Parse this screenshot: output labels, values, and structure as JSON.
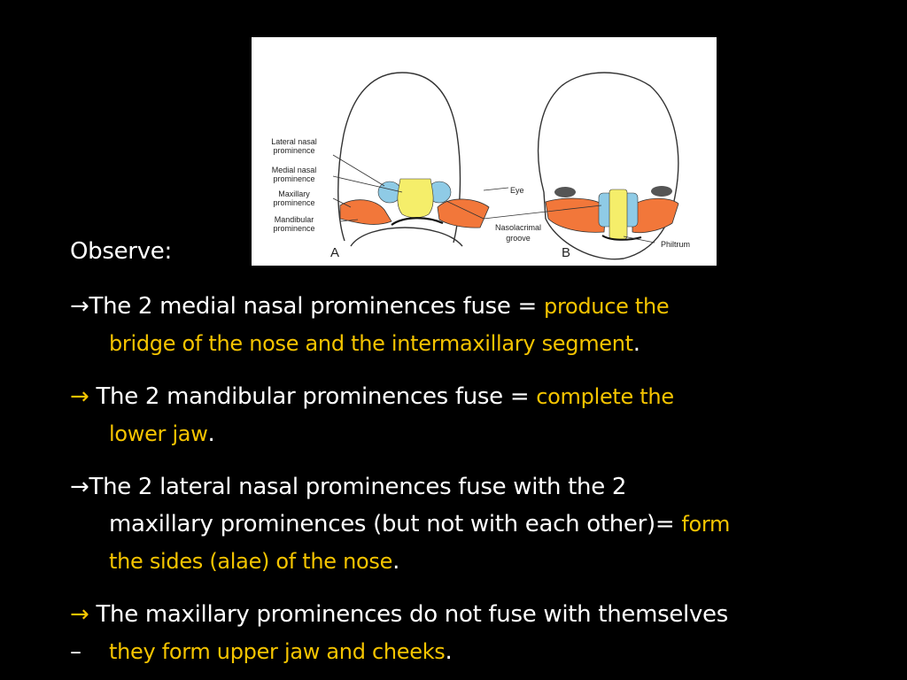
{
  "figure": {
    "labels": {
      "lateral_nasal": [
        "Lateral nasal",
        "prominence"
      ],
      "medial_nasal": [
        "Medial nasal",
        "prominence"
      ],
      "maxillary": [
        "Maxillary",
        "prominence"
      ],
      "mandibular": [
        "Mandibular",
        "prominence"
      ],
      "eye": "Eye",
      "nasolacrimal": [
        "Nasolacrimal",
        "groove"
      ],
      "philtrum": "Philtrum",
      "panel_a": "A",
      "panel_b": "B"
    },
    "colors": {
      "lateral_nasal": "#8fcbe6",
      "medial_nasal": "#f5ee6a",
      "maxillary": "#f2773a",
      "outline": "#333333"
    }
  },
  "text": {
    "observe": "Observe:",
    "arrow": "→",
    "p1_white": "The 2 medial nasal prominences fuse = ",
    "p1_yellow_a": "produce the",
    "p1_yellow_b": "bridge of the nose and the intermaxillary segment",
    "p1_end": ".",
    "p2_white": "The 2 mandibular prominences fuse = ",
    "p2_yellow_a": "complete the",
    "p2_yellow_b": "lower jaw",
    "p2_end": ".",
    "p3_line1": "The 2 lateral nasal prominences fuse with the 2",
    "p3_line2_white": "maxillary prominences (but not with each other)= ",
    "p3_yellow_a": "form",
    "p3_yellow_b": "the sides (alae) of the nose",
    "p3_end": ".",
    "p4_white": "The maxillary prominences do not fuse with themselves",
    "p4_dash": "–",
    "p4_yellow": "they form upper jaw and cheeks",
    "p4_end": "."
  }
}
